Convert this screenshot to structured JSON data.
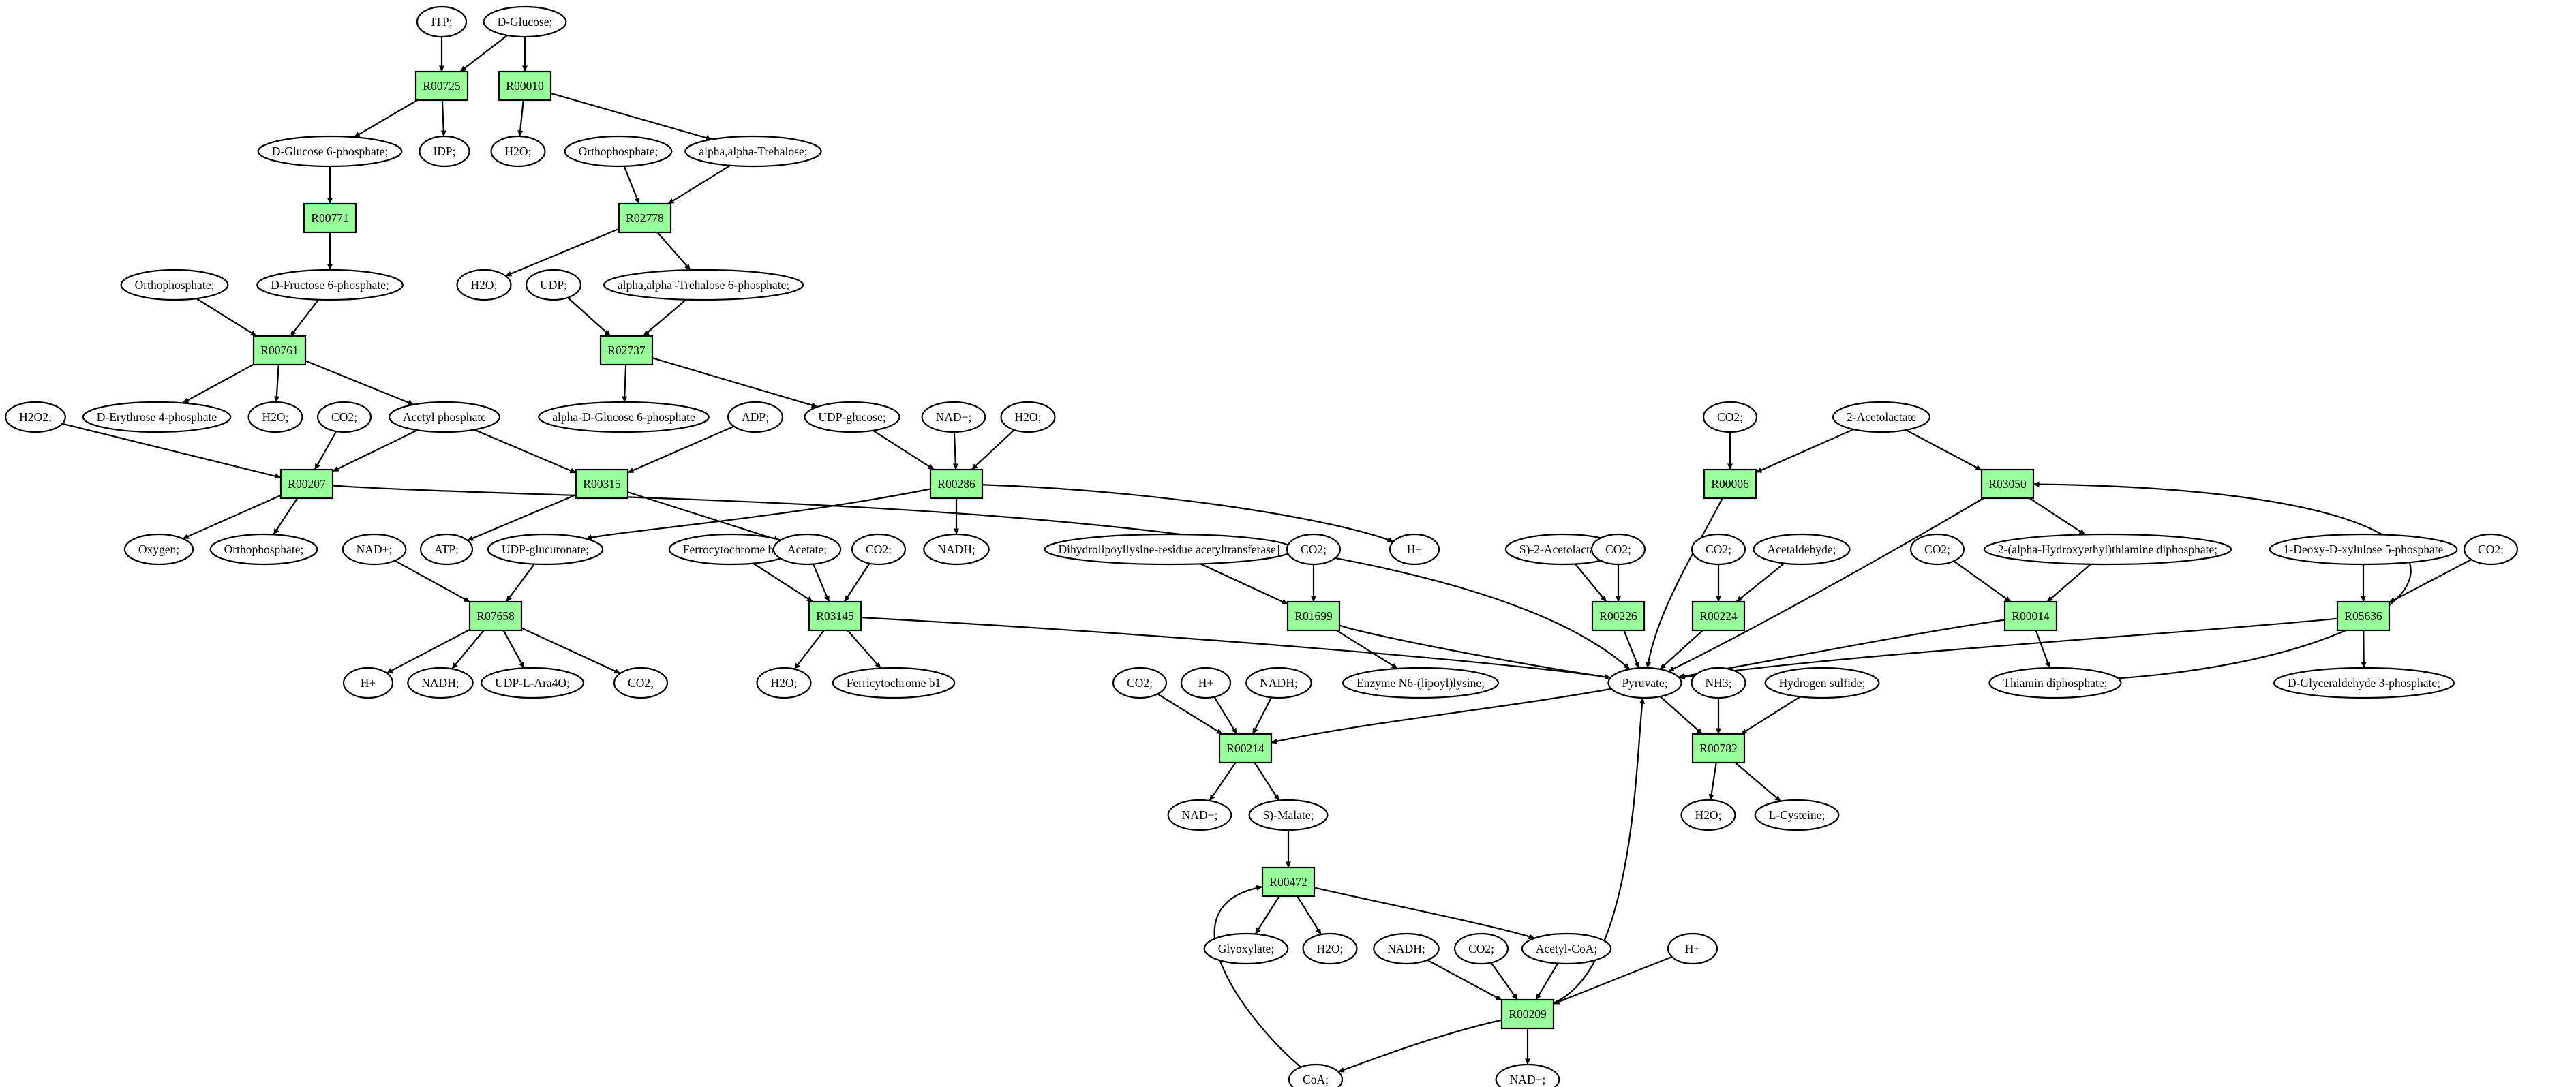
{
  "colors": {
    "reaction": "#99ff99",
    "source": "#00ff00",
    "target": "#ffff00",
    "compound": "#ffffff"
  },
  "nodes": {
    "itp": {
      "label": "ITP;"
    },
    "dglucose": {
      "label": "D-Glucose;",
      "fill": "#00ff00"
    },
    "r00725": {
      "label": "R00725"
    },
    "r00010": {
      "label": "R00010"
    },
    "g6p": {
      "label": "D-Glucose 6-phosphate;"
    },
    "idp": {
      "label": "IDP;"
    },
    "h2o_a": {
      "label": "H2O;"
    },
    "orthop_a": {
      "label": "Orthophosphate;"
    },
    "trehalose": {
      "label": "alpha,alpha-Trehalose;"
    },
    "r00771": {
      "label": "R00771"
    },
    "r02778": {
      "label": "R02778"
    },
    "orthop_b": {
      "label": "Orthophosphate;"
    },
    "f6p": {
      "label": "D-Fructose 6-phosphate;"
    },
    "h2o_b": {
      "label": "H2O;"
    },
    "udp": {
      "label": "UDP;"
    },
    "t6p": {
      "label": "alpha,alpha'-Trehalose 6-phosphate;"
    },
    "r00761": {
      "label": "R00761"
    },
    "r02737": {
      "label": "R02737"
    },
    "h2o2": {
      "label": "H2O2;"
    },
    "e4p": {
      "label": "D-Erythrose 4-phosphate"
    },
    "h2o_c": {
      "label": "H2O;"
    },
    "co2_a": {
      "label": "CO2;"
    },
    "acetylp": {
      "label": "Acetyl phosphate"
    },
    "ag6p": {
      "label": "alpha-D-Glucose 6-phosphate"
    },
    "adp": {
      "label": "ADP;"
    },
    "udpglc": {
      "label": "UDP-glucose;"
    },
    "nadp_a": {
      "label": "NAD+;"
    },
    "h2o_d": {
      "label": "H2O;"
    },
    "r00207": {
      "label": "R00207"
    },
    "r00315": {
      "label": "R00315"
    },
    "r00286": {
      "label": "R00286"
    },
    "oxygen": {
      "label": "Oxygen;"
    },
    "orthop_c": {
      "label": "Orthophosphate;"
    },
    "nadp_b": {
      "label": "NAD+;"
    },
    "atp": {
      "label": "ATP;"
    },
    "udpglcu": {
      "label": "UDP-glucuronate;"
    },
    "ferrocyt": {
      "label": "Ferrocytochrome b1"
    },
    "acetate": {
      "label": "Acetate;"
    },
    "co2_b": {
      "label": "CO2;"
    },
    "nadh_a": {
      "label": "NADH;"
    },
    "hplus_a": {
      "label": "H+"
    },
    "dihydro": {
      "label": "Dihydrolipoyllysine-residue acetyltransferase]"
    },
    "co2_c": {
      "label": "CO2;"
    },
    "r07658": {
      "label": "R07658"
    },
    "r03145": {
      "label": "R03145"
    },
    "r01699": {
      "label": "R01699"
    },
    "hplus_b": {
      "label": "H+"
    },
    "nadh_b": {
      "label": "NADH;"
    },
    "udpara": {
      "label": "UDP-L-Ara4O;"
    },
    "co2_d": {
      "label": "CO2;"
    },
    "h2o_e": {
      "label": "H2O;"
    },
    "ferricyt": {
      "label": "Ferricytochrome b1"
    },
    "enzyme": {
      "label": "Enzyme N6-(lipoyl)lysine;"
    },
    "co2_e": {
      "label": "CO2;"
    },
    "acetolactate": {
      "label": "2-Acetolactate"
    },
    "r00006": {
      "label": "R00006"
    },
    "r03050": {
      "label": "R03050"
    },
    "sacetolactate": {
      "label": "S)-2-Acetolactate;"
    },
    "co2_f": {
      "label": "CO2;"
    },
    "co2_g": {
      "label": "CO2;"
    },
    "acetaldehyde": {
      "label": "Acetaldehyde;"
    },
    "co2_h": {
      "label": "CO2;"
    },
    "hetdp": {
      "label": "2-(alpha-Hydroxyethyl)thiamine diphosphate;"
    },
    "dxp": {
      "label": "1-Deoxy-D-xylulose 5-phosphate"
    },
    "co2_i": {
      "label": "CO2;"
    },
    "r00226": {
      "label": "R00226"
    },
    "r00224": {
      "label": "R00224"
    },
    "r00014": {
      "label": "R00014"
    },
    "r05636": {
      "label": "R05636"
    },
    "pyruvate": {
      "label": "Pyruvate;"
    },
    "nh3": {
      "label": "NH3;"
    },
    "h2s": {
      "label": "Hydrogen sulfide;"
    },
    "thiamin": {
      "label": "Thiamin diphosphate;"
    },
    "g3p": {
      "label": "D-Glyceraldehyde 3-phosphate;"
    },
    "co2_j": {
      "label": "CO2;"
    },
    "hplus_c": {
      "label": "H+"
    },
    "nadh_c": {
      "label": "NADH;"
    },
    "r00214": {
      "label": "R00214"
    },
    "r00782": {
      "label": "R00782"
    },
    "nadp_c": {
      "label": "NAD+;"
    },
    "smalate": {
      "label": "S)-Malate;"
    },
    "h2o_f": {
      "label": "H2O;"
    },
    "lcys": {
      "label": "L-Cysteine;",
      "fill": "#ffff00"
    },
    "r00472": {
      "label": "R00472"
    },
    "glyoxylate": {
      "label": "Glyoxylate;"
    },
    "h2o_g": {
      "label": "H2O;"
    },
    "nadh_d": {
      "label": "NADH;"
    },
    "co2_k": {
      "label": "CO2;"
    },
    "acetylcoa": {
      "label": "Acetyl-CoA;"
    },
    "hplus_d": {
      "label": "H+"
    },
    "r00209": {
      "label": "R00209"
    },
    "coa": {
      "label": "CoA;"
    },
    "nadp_d": {
      "label": "NAD+;"
    }
  }
}
